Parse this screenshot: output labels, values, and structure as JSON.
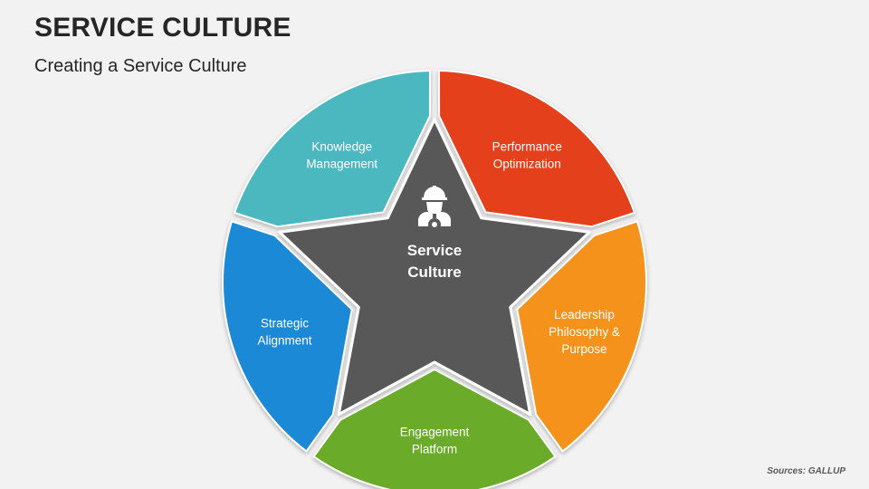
{
  "title": "SERVICE CULTURE",
  "subtitle": "Creating a Service Culture",
  "center": {
    "line1": "Service",
    "line2": "Culture",
    "icon": "engineer-gear-icon",
    "color": "#595959"
  },
  "segments": [
    {
      "id": "knowledge",
      "lines": [
        "Knowledge",
        "Management"
      ],
      "color": "#4cb8c0"
    },
    {
      "id": "performance",
      "lines": [
        "Performance",
        "Optimization"
      ],
      "color": "#e5401f"
    },
    {
      "id": "leadership",
      "lines": [
        "Leadership",
        "Philosophy &",
        "Purpose"
      ],
      "color": "#f5921f"
    },
    {
      "id": "engagement",
      "lines": [
        "Engagement",
        "Platform"
      ],
      "color": "#6aab2b"
    },
    {
      "id": "strategic",
      "lines": [
        "Strategic",
        "Alignment"
      ],
      "color": "#1f89d6"
    }
  ],
  "source": "Sources: GALLUP"
}
